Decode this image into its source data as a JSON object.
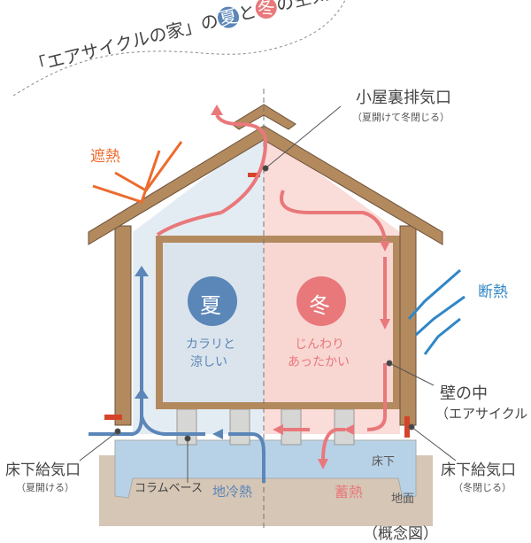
{
  "title": {
    "prefix": "「エアサイクルの家」の",
    "summer": "夏",
    "and": "と",
    "winter": "冬",
    "suffix": "の空気の流れ"
  },
  "labels": {
    "roof_vent": "小屋裏排気口",
    "roof_vent_note": "（夏開けて冬閉じる）",
    "shade_heat": "遮熱",
    "insulation": "断熱",
    "summer_badge": "夏",
    "summer_text_1": "カラリと",
    "summer_text_2": "涼しい",
    "winter_badge": "冬",
    "winter_text_1": "じんわり",
    "winter_text_2": "あったかい",
    "wall_inside": "壁の中",
    "wall_inside_note": "（エアサイクル",
    "floor_vent_left": "床下給気口",
    "floor_vent_left_note": "（夏開ける）",
    "floor_vent_right": "床下給気口",
    "floor_vent_right_note": "（冬閉じる）",
    "underfloor": "床下",
    "column_base": "コラムベース",
    "ground_cool": "地冷熱",
    "heat_storage": "蓄熱",
    "ground_surface": "地面",
    "concept": "（概念図）"
  },
  "colors": {
    "summer": "#5b86b8",
    "winter": "#e9787b",
    "orange": "#ec6b2d",
    "blue_arrow": "#2f86c8",
    "wood": "#b38a5e"
  }
}
